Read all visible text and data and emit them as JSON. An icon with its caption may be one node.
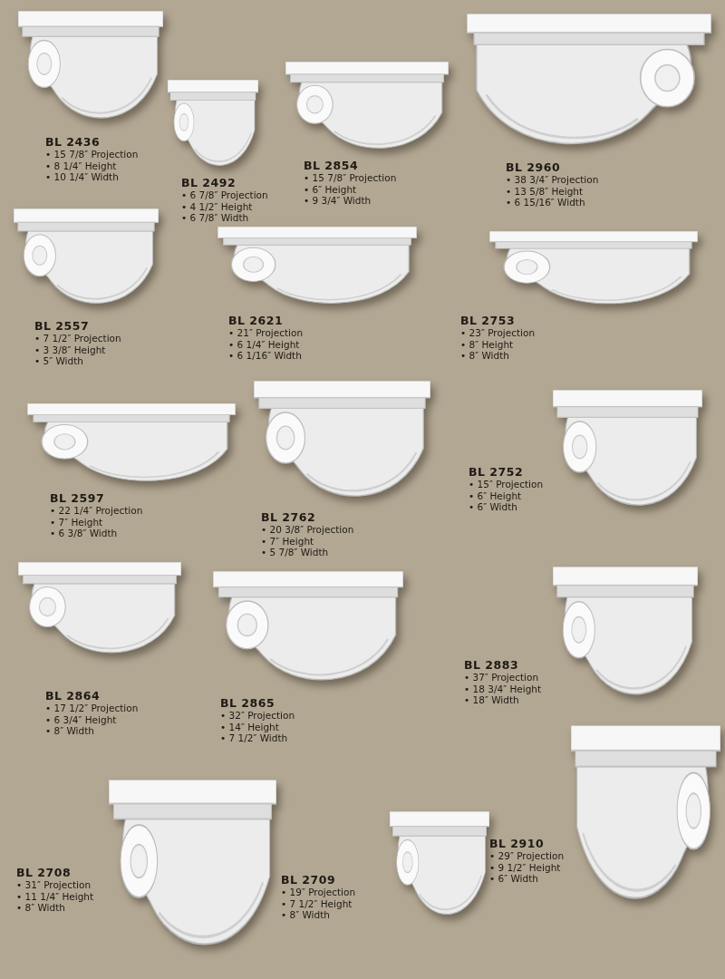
{
  "diagram": {
    "nodes": [
      {
        "text": [],
        "shape": "picture",
        "beside": [
          "BL 2436",
          "• 15 7/8″ Projection",
          "• 8 1/4″ Height",
          "• 10 1/4″ Width"
        ]
      },
      {
        "text": [],
        "shape": "picture",
        "beside": [
          "BL 2492",
          "• 6 7/8″ Projection",
          "• 4 1/2″ Height",
          "• 6 7/8″ Width"
        ]
      },
      {
        "text": [],
        "shape": "picture",
        "beside": [
          "BL 2854",
          "• 15 7/8″ Projection",
          "• 6″ Height",
          "• 9 3/4″ Width"
        ]
      },
      {
        "text": [],
        "shape": "picture",
        "beside": [
          "BL 2960",
          "• 38 3/4″ Projection",
          "• 13 5/8″ Height",
          "• 6 15/16″ Width"
        ]
      },
      {
        "text": [],
        "shape": "picture",
        "beside": [
          "BL 2557",
          "• 7 1/2″ Projection",
          "• 3 3/8″ Height",
          "• 5″ Width"
        ]
      },
      {
        "text": [],
        "shape": "picture",
        "beside": [
          "BL 2621",
          "• 21″ Projection",
          "• 6 1/4″ Height",
          "• 6 1/16″ Width"
        ]
      },
      {
        "text": [],
        "shape": "picture",
        "beside": [
          "BL 2753",
          "• 23″ Projection",
          "• 8″ Height",
          "• 8″ Width"
        ]
      },
      {
        "text": [],
        "shape": "picture",
        "beside": [
          "BL 2597",
          "• 22 1/4″ Projection",
          "• 7″ Height",
          "• 6 3/8″ Width"
        ]
      },
      {
        "text": [],
        "shape": "picture",
        "beside": [
          "BL 2762",
          "• 20 3/8″ Projection",
          "• 7″ Height",
          "• 5 7/8″ Width"
        ]
      },
      {
        "text": [],
        "shape": "picture",
        "beside": [
          "BL 2752",
          "• 15″ Projection",
          "• 6″ Height",
          "• 6″ Width"
        ]
      },
      {
        "text": [],
        "shape": "picture",
        "beside": [
          "BL 2864",
          "• 17 1/2″ Projection",
          "• 6 3/4″ Height",
          "• 8″ Width"
        ]
      },
      {
        "text": [],
        "shape": "picture",
        "beside": [
          "BL 2865",
          "• 32″ Projection",
          "• 14″ Height",
          "• 7 1/2″ Width"
        ]
      },
      {
        "text": [],
        "shape": "picture",
        "beside": [
          "BL 2883",
          "• 37″ Projection",
          "• 18 3/4″ Height",
          "• 18″ Width"
        ]
      },
      {
        "text": [],
        "shape": "picture",
        "beside": [
          "BL 2708",
          "• 31″ Projection",
          "• 11 1/4″ Height",
          "• 8″ Width"
        ]
      },
      {
        "text": [],
        "shape": "picture",
        "beside": [
          "BL 2709",
          "• 19″ Projection",
          "• 7 1/2″ Height",
          "• 8″ Width"
        ]
      },
      {
        "text": [],
        "shape": "picture",
        "beside": [
          "BL 2910",
          "• 29″ Projection",
          "• 9 1/2″ Height",
          "• 6″ Width"
        ]
      }
    ]
  }
}
